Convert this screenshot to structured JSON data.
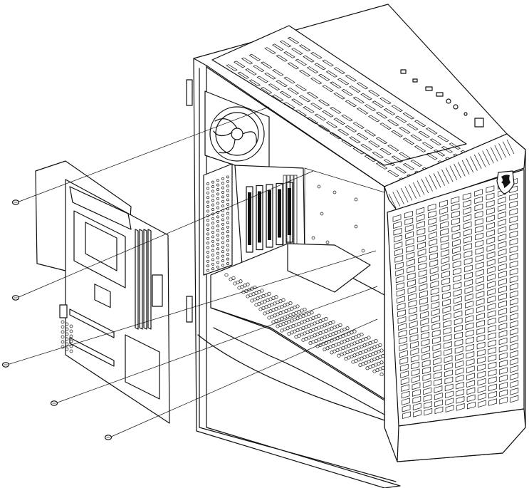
{
  "diagram": {
    "title": "",
    "caption": "",
    "components": [
      {
        "id": "case",
        "icon": "pc-case-icon"
      },
      {
        "id": "motherboard",
        "icon": "motherboard-icon"
      },
      {
        "id": "front-panel-logo",
        "icon": "dragon-shield-logo-icon"
      },
      {
        "id": "rear-fan",
        "icon": "fan-icon"
      },
      {
        "id": "screws",
        "icon": "screw-icon",
        "count": 5
      }
    ],
    "colors": {
      "line": "#111111",
      "background": "#ffffff"
    }
  }
}
